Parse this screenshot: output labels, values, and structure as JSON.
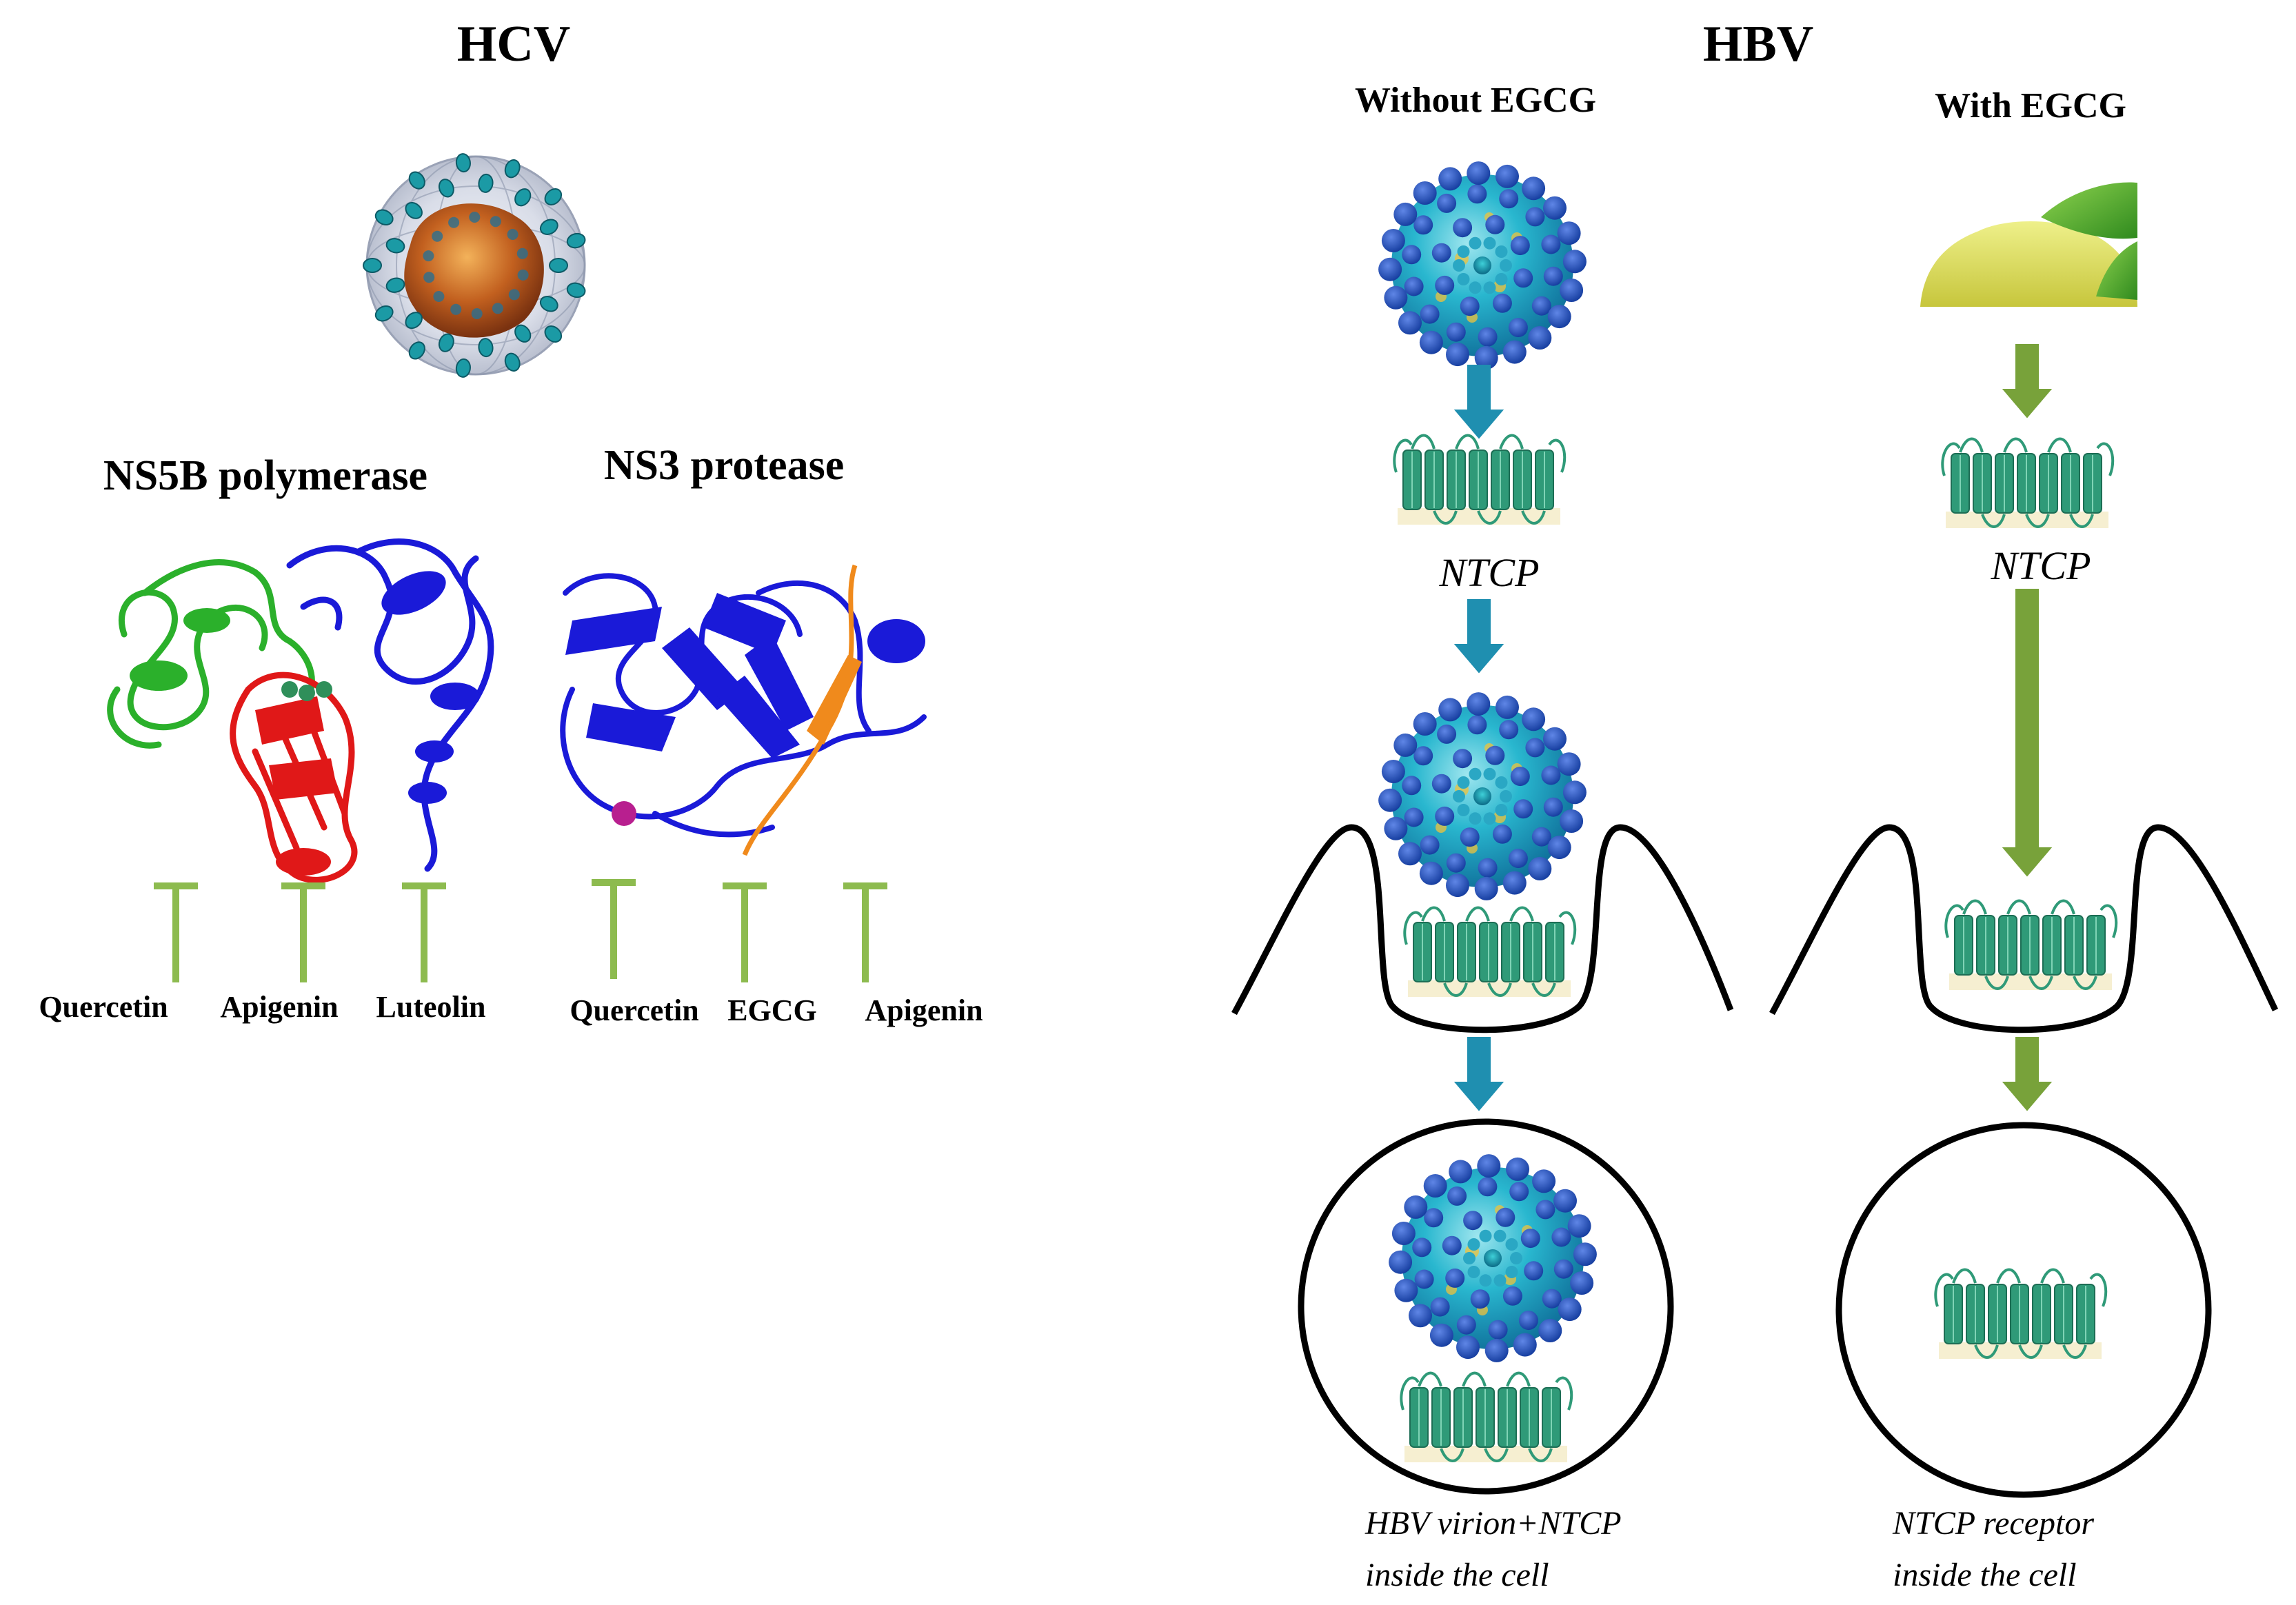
{
  "hcv": {
    "title": "HCV",
    "ns5b_label": "NS5B polymerase",
    "ns3_label": "NS3 protease",
    "ns5b_inhibitors": [
      "Quercetin",
      "Apigenin",
      "Luteolin"
    ],
    "ns3_inhibitors": [
      "Quercetin",
      "EGCG",
      "Apigenin"
    ]
  },
  "hbv": {
    "title": "HBV",
    "without_label": "Without  EGCG",
    "with_label": "With  EGCG",
    "receptor_label": "NTCP",
    "caption_without_line1": "HBV virion+NTCP",
    "caption_without_line2": "inside the cell",
    "caption_with_line1": "NTCP receptor",
    "caption_with_line2": "inside the cell"
  },
  "colors": {
    "inhibitor_bar": "#8dbb4f",
    "arrow_teal": "#1f8fb0",
    "arrow_green": "#78a23a",
    "receptor": "#2f9a78",
    "receptor_base": "#f6efd1",
    "membrane": "#000000",
    "protein_green": "#2bb02b",
    "protein_blue": "#1a1ad8",
    "protein_red": "#e01818",
    "protein_orange": "#f08a1c"
  },
  "icons": [
    "hcv-virion-icon",
    "hbv-virion-icon",
    "ntcp-receptor-icon",
    "green-tea-powder-icon",
    "inhibition-bar-icon",
    "down-arrow-icon"
  ]
}
